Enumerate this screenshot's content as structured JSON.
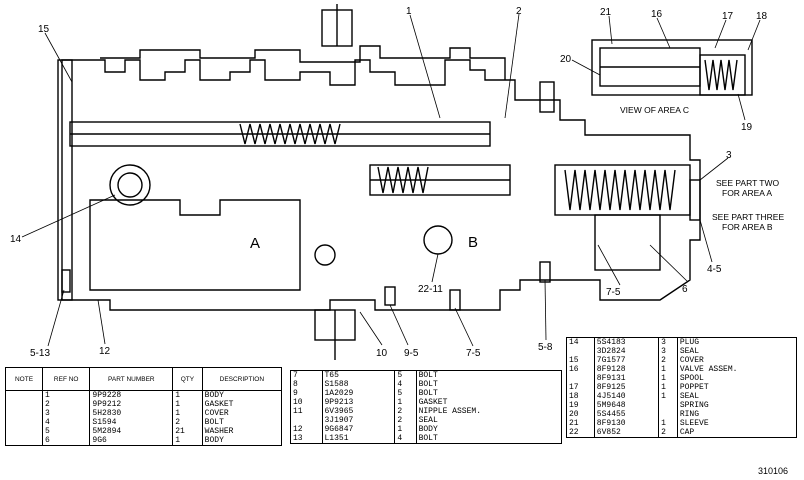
{
  "callouts": {
    "c15": "15",
    "c1": "1",
    "c2": "2",
    "c21": "21",
    "c16": "16",
    "c17": "17",
    "c18": "18",
    "c20": "20",
    "c19": "19",
    "c3": "3",
    "c14": "14",
    "c22_11": "22-11",
    "c7_5a": "7-5",
    "c6": "6",
    "c4_5": "4-5",
    "c5_13": "5-13",
    "c12": "12",
    "c10": "10",
    "c9_5": "9-5",
    "c7_5b": "7-5",
    "c5_8": "5-8"
  },
  "area_labels": {
    "a": "A",
    "b": "B"
  },
  "captions": {
    "view_area_c": "VIEW OF AREA C",
    "see_part_two": [
      "SEE PART TWO",
      "FOR AREA A"
    ],
    "see_part_three": [
      "SEE PART THREE",
      "FOR AREA B"
    ]
  },
  "table_left": {
    "headers": [
      "NOTE",
      "REF NO",
      "PART NUMBER",
      "QTY",
      "DESCRIPTION"
    ],
    "rows": [
      [
        "",
        "1",
        "9P9228",
        "1",
        "BODY"
      ],
      [
        "",
        "2",
        "9P9212",
        "1",
        "GASKET"
      ],
      [
        "",
        "3",
        "5H2830",
        "1",
        "COVER"
      ],
      [
        "",
        "4",
        "S1594",
        "2",
        "BOLT"
      ],
      [
        "",
        "5",
        "5M2894",
        "21",
        "WASHER"
      ],
      [
        "",
        "6",
        "9G6",
        "1",
        "BODY"
      ]
    ]
  },
  "table_mid": {
    "rows": [
      [
        "7",
        "T65",
        "5",
        "BOLT"
      ],
      [
        "8",
        "S1588",
        "4",
        "BOLT"
      ],
      [
        "9",
        "1A2029",
        "5",
        "BOLT"
      ],
      [
        "10",
        "9P9213",
        "1",
        "GASKET"
      ],
      [
        "11",
        "6V3965",
        "2",
        "NIPPLE ASSEM."
      ],
      [
        "",
        "3J1907",
        "2",
        "SEAL"
      ],
      [
        "12",
        "9G6847",
        "1",
        "BODY"
      ],
      [
        "13",
        "L1351",
        "4",
        "BOLT"
      ]
    ]
  },
  "table_right": {
    "rows": [
      [
        "14",
        "5S4183",
        "3",
        "PLUG"
      ],
      [
        "",
        "3D2824",
        "3",
        "SEAL"
      ],
      [
        "15",
        "7G1577",
        "2",
        "COVER"
      ],
      [
        "16",
        "8F9128",
        "1",
        "VALVE ASSEM."
      ],
      [
        "",
        "8F9131",
        "1",
        "SPOOL"
      ],
      [
        "17",
        "8F9125",
        "1",
        "POPPET"
      ],
      [
        "18",
        "4J5140",
        "1",
        "SEAL"
      ],
      [
        "19",
        "5M9648",
        "",
        "SPRING"
      ],
      [
        "20",
        "5S4455",
        "",
        "RING"
      ],
      [
        "21",
        "8F9130",
        "1",
        "SLEEVE"
      ],
      [
        "22",
        "6V852",
        "2",
        "CAP"
      ]
    ]
  },
  "figure_number": "310106"
}
